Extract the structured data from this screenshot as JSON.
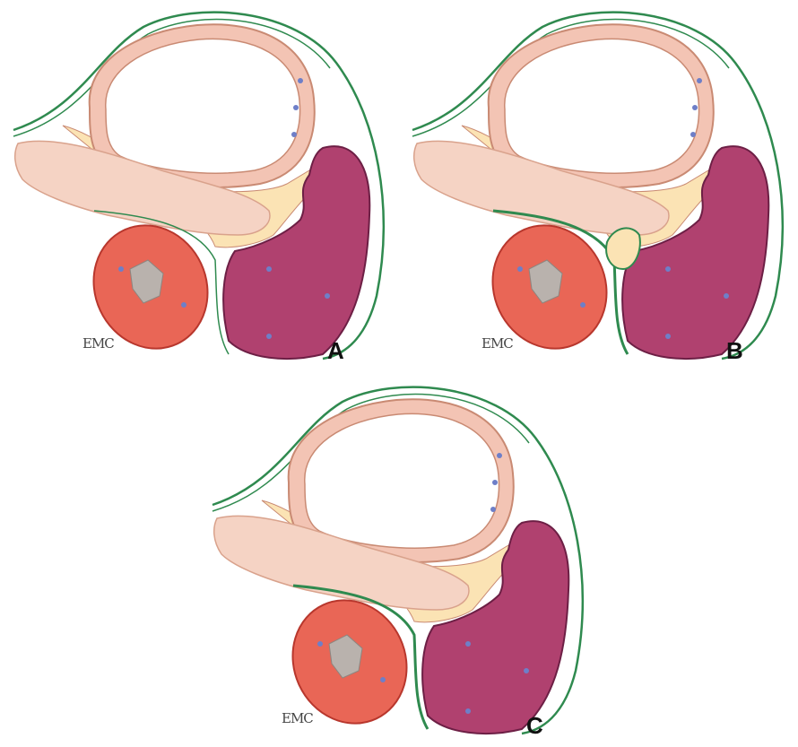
{
  "colors": {
    "membrane": "#2f8a4f",
    "gut_wall": "#f3c4b4",
    "gut_outline": "#c98a73",
    "pancreas": "#f5d3c4",
    "pancreas_outline": "#d9a28c",
    "fluid": "#fbe3b4",
    "spleen": "#b0416f",
    "spleen_outline": "#6d1f45",
    "kidney": "#e96656",
    "kidney_outline": "#b8372d",
    "pelvis": "#b9b2ad",
    "vessel": "#6e7fc8"
  },
  "panels": [
    {
      "letter": "A",
      "signature": "EMC"
    },
    {
      "letter": "B",
      "signature": "EMC"
    },
    {
      "letter": "C",
      "signature": "EMC"
    }
  ]
}
